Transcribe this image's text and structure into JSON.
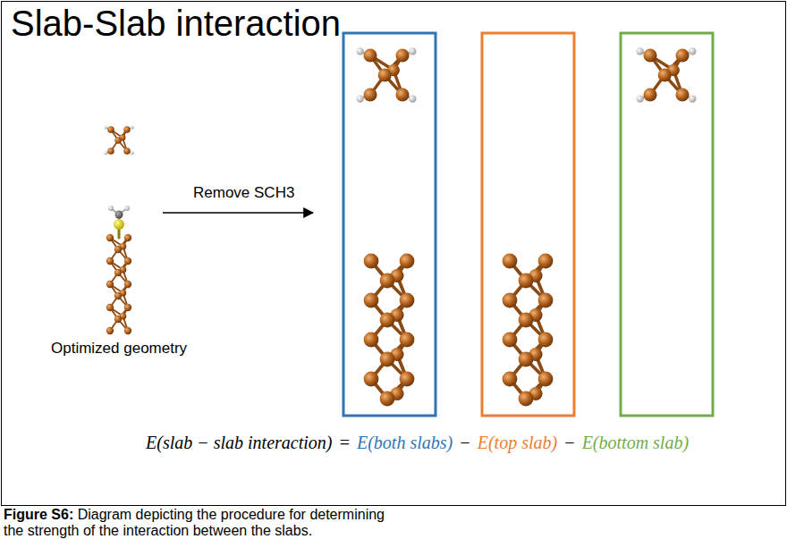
{
  "diagram": {
    "title": "Slab-Slab interaction",
    "caption": "Figure S6: Diagram depicting the procedure for determining the strength of the interaction between the slabs.",
    "labels": [
      "Remove SCH3",
      "Optimized geometry",
      "E(slab − slab interaction)",
      "=",
      "E(both slabs)",
      "−",
      "E(top slab)",
      "−",
      "E(bottom slab)"
    ]
  }
}
